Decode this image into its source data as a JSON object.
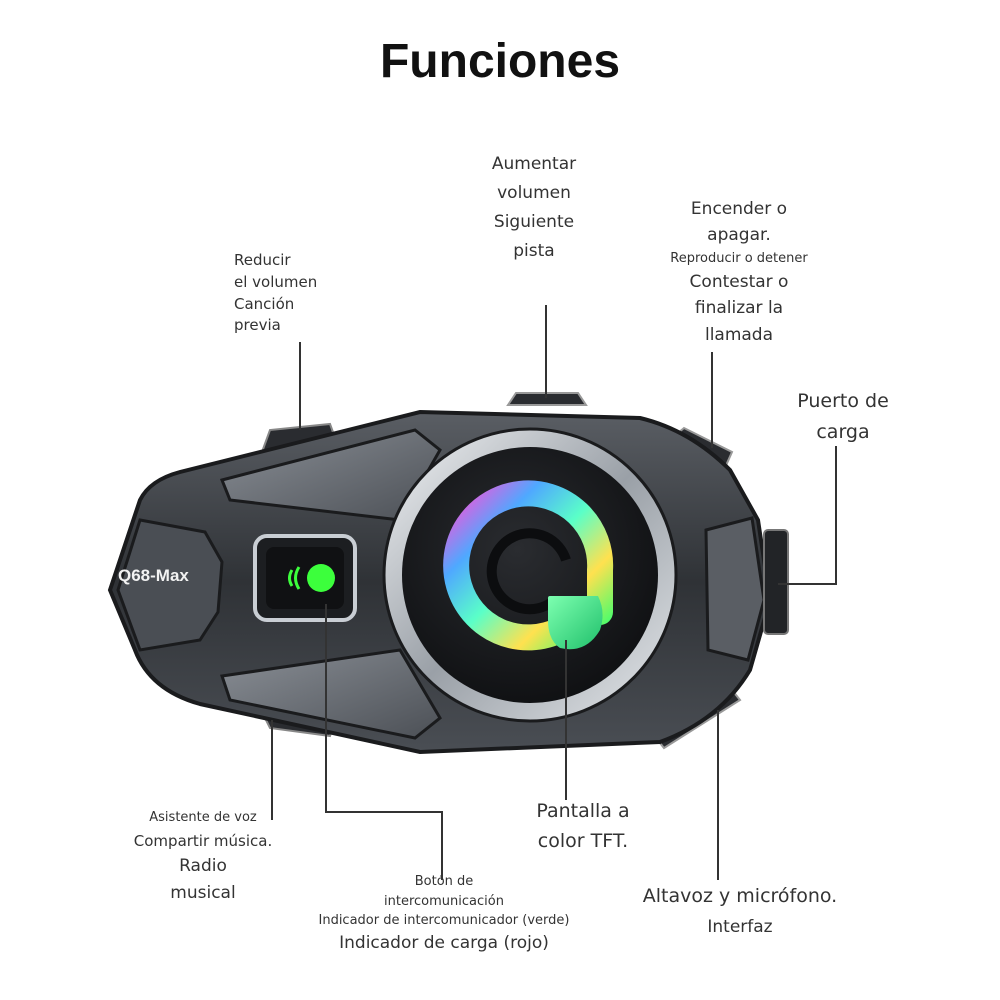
{
  "title": "Funciones",
  "device": {
    "model_label": "Q68-Max",
    "colors": {
      "body": "#3a3d42",
      "body_dark": "#1c1e21",
      "ring": "#c9ced4",
      "led": "#3cff3c"
    }
  },
  "callouts": {
    "volume_down": {
      "lines": [
        "Reducir",
        "el volumen",
        "Canción",
        "previa"
      ]
    },
    "volume_up": {
      "lines": [
        "Aumentar",
        "volumen",
        "Siguiente",
        "pista"
      ]
    },
    "power": {
      "line1": "Encender o",
      "line2": "apagar.",
      "line3": "Reproducir o detener",
      "line4": "Contestar o",
      "line5": "finalizar la",
      "line6": "llamada"
    },
    "charging_port": {
      "lines": [
        "Puerto de",
        "carga"
      ]
    },
    "voice_assistant": {
      "line1": "Asistente de voz",
      "line2": "Compartir música.",
      "line3": "Radio",
      "line4": "musical"
    },
    "intercom_button": {
      "line1": "Botón de",
      "line2": "intercomunicación",
      "line3": "Indicador de intercomunicador (verde)",
      "line4": "Indicador de carga (rojo)"
    },
    "tft_display": {
      "lines": [
        "Pantalla a",
        "color TFT."
      ]
    },
    "speaker_mic": {
      "line1": "Altavoz y micrófono.",
      "line2": "Interfaz"
    }
  }
}
